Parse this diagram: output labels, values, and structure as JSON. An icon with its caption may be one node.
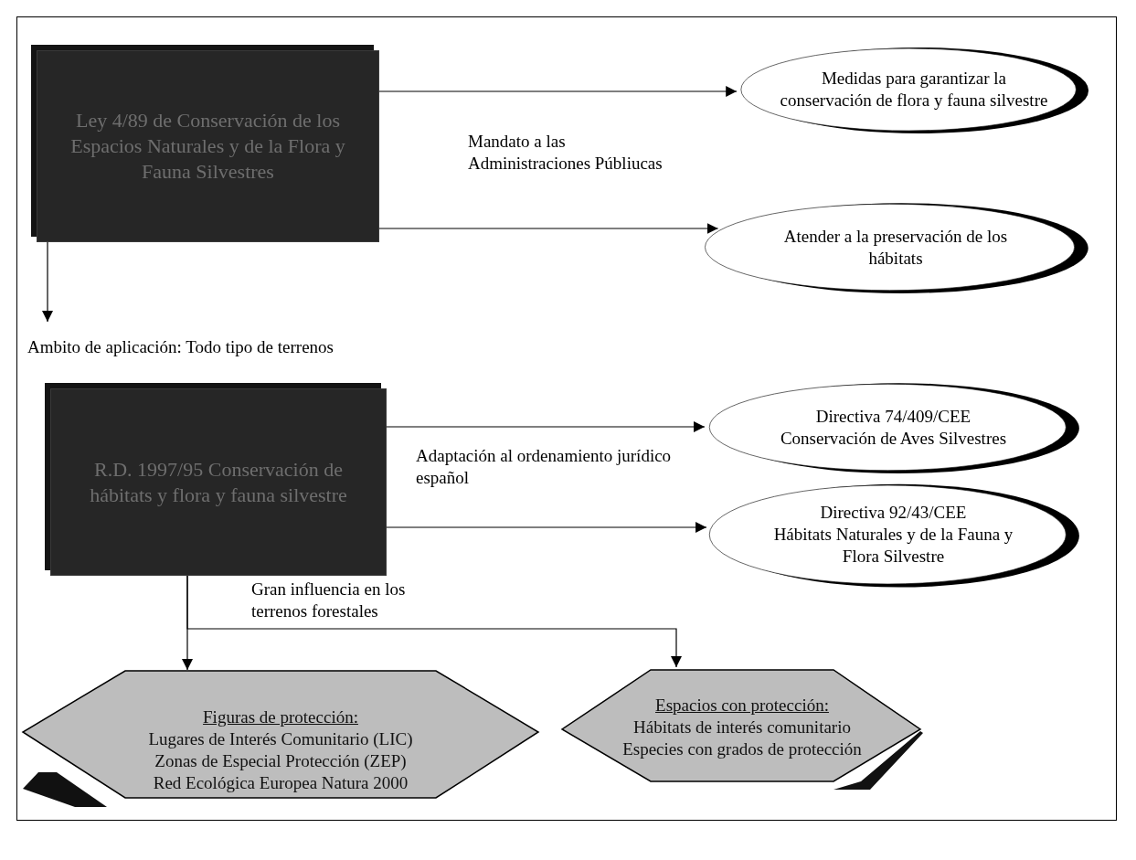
{
  "diagram": {
    "nodes": [
      {
        "text": [
          "Ley 4/89 de Conservación de los Espacios Naturales y de la Flora y Fauna Silvestres"
        ]
      },
      {
        "text": [
          "Medidas para garantizar la conservación de flora y fauna silvestre"
        ]
      },
      {
        "text": [
          "Atender a la preservación de los hábitats"
        ]
      },
      {
        "text": [
          "Ambito de aplicación: Todo tipo de terrenos"
        ]
      },
      {
        "text": [
          "R.D. 1997/95 Conservación de hábitats y flora y fauna silvestre"
        ]
      },
      {
        "text": [
          "Directiva 74/409/CEE",
          "Conservación de Aves Silvestres"
        ]
      },
      {
        "text": [
          "Directiva 92/43/CEE",
          "Hábitats Naturales y de la Fauna y Flora Silvestre"
        ]
      },
      {
        "text": [
          "Figuras de protección:",
          "Lugares de Interés Comunitario (LIC)",
          "Zonas de Especial Protección (ZEP)",
          "Red Ecológica Europea Natura 2000"
        ]
      },
      {
        "text": [
          "Espacios con protección:",
          "Hábitats de interés comunitario",
          "Especies con grados de protección"
        ]
      }
    ],
    "edges": [
      {
        "from": 0,
        "to": 1,
        "arrow": "to"
      },
      {
        "from": 0,
        "to": 2,
        "arrow": "to"
      },
      {
        "from": 0,
        "to": 3,
        "arrow": "to"
      },
      {
        "from": 4,
        "to": 5,
        "arrow": "to"
      },
      {
        "from": 4,
        "to": 6,
        "arrow": "to"
      },
      {
        "from": 4,
        "to": 7,
        "arrow": "to"
      },
      {
        "from": 4,
        "to": 8,
        "arrow": "to"
      }
    ],
    "labels": [
      "Mandato a las Administraciones Públiucas",
      "Adaptación al ordenamiento jurídico español",
      "Gran influencia en los terrenos forestales"
    ]
  }
}
